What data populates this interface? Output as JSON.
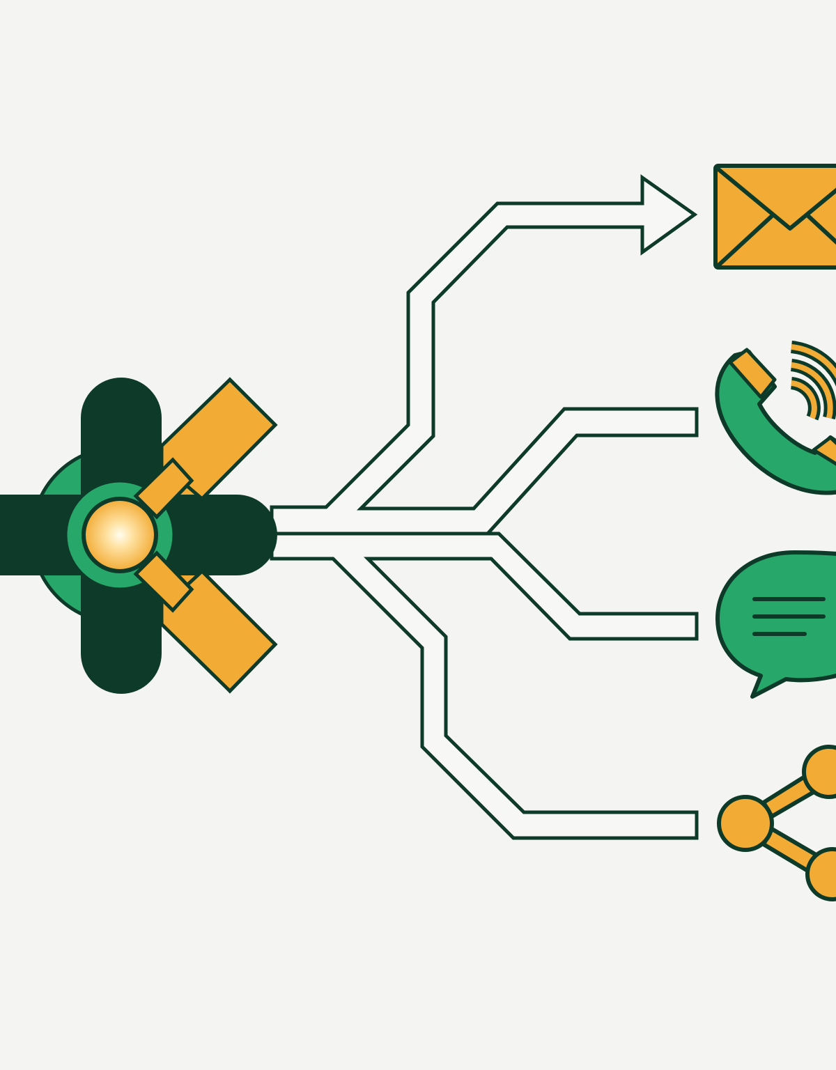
{
  "colors": {
    "background": "#f4f4f2",
    "outline": "#0e3a2a",
    "hub_dark": "#0e3a2a",
    "green": "#27a86a",
    "orange": "#f2ab35",
    "core_glow": "#fff6d8",
    "connector_fill": "#f7f7f5"
  },
  "hub": {
    "icon": "hub-switch-icon"
  },
  "channels": [
    {
      "id": "email",
      "icon": "envelope-icon",
      "connector": "arrow"
    },
    {
      "id": "phone",
      "icon": "phone-ringing-icon",
      "connector": "line"
    },
    {
      "id": "chat",
      "icon": "speech-bubble-icon",
      "connector": "line"
    },
    {
      "id": "social",
      "icon": "share-network-icon",
      "connector": "line"
    }
  ]
}
